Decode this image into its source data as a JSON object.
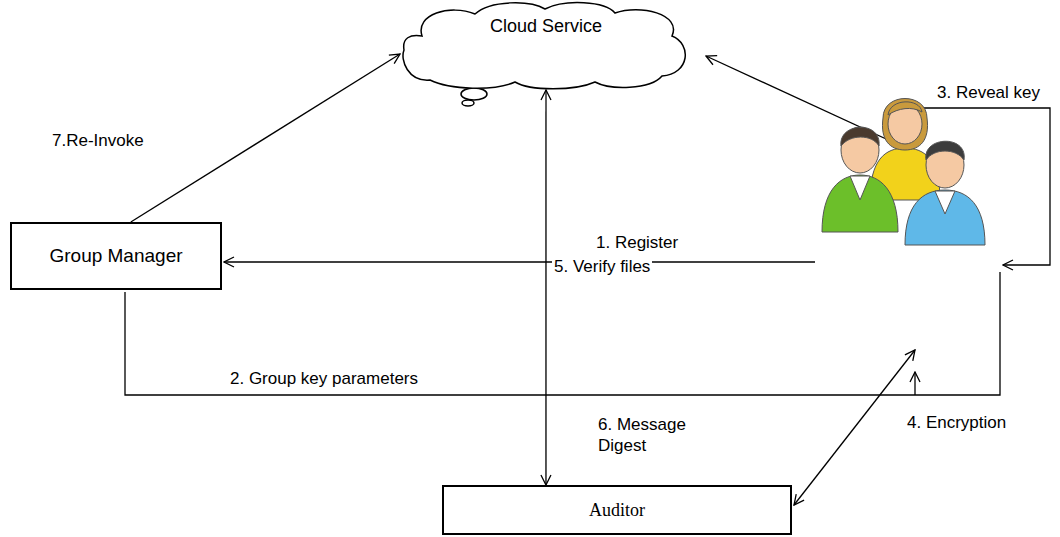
{
  "diagram": {
    "nodes": [
      {
        "text": [
          "Cloud Service"
        ]
      },
      {
        "text": [
          "Group Manager"
        ]
      },
      {
        "text": [
          "Auditor"
        ]
      }
    ],
    "edges": [
      {
        "from": 1,
        "to": 0,
        "arrow": "to",
        "label": "7.Re-Invoke"
      },
      {
        "from": 0,
        "to": 2,
        "arrow": "both",
        "label": "5. Verify files"
      }
    ],
    "labels": [
      "1. Register",
      "2. Group key parameters",
      "3. Reveal key",
      "4. Encryption",
      "6. Message Digest"
    ]
  }
}
